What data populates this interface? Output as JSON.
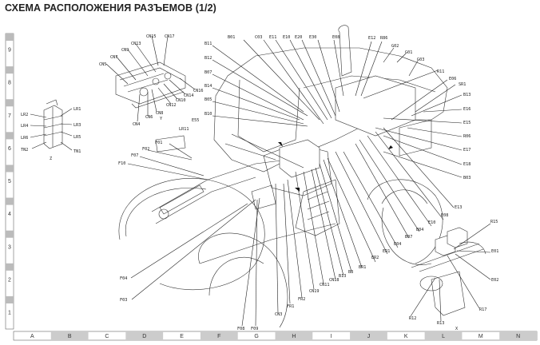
{
  "title": "СХЕМА РАСПОЛОЖЕНИЯ РАЗЪЕМОВ (1/2)",
  "ruler": {
    "rows": [
      "9",
      "8",
      "7",
      "6",
      "5",
      "4",
      "3",
      "2",
      "1"
    ],
    "cols": [
      "A",
      "B",
      "C",
      "D",
      "E",
      "F",
      "G",
      "H",
      "I",
      "J",
      "K",
      "L",
      "M",
      "N"
    ]
  },
  "views": {
    "y_label": "Y",
    "z_label": "Z",
    "x_label": "X"
  },
  "callouts": {
    "detail_y": [
      "CN15",
      "CN17",
      "CN13",
      "CN9",
      "CN7",
      "CN5",
      "CN16",
      "CN14",
      "CN10",
      "CN12",
      "CN8",
      "CN6",
      "CN4"
    ],
    "detail_z": [
      "LR2",
      "LR1",
      "LR4",
      "LR3",
      "LR6",
      "LR5",
      "TN2",
      "TN1"
    ],
    "main_top": [
      "B11",
      "B12",
      "B07",
      "B14",
      "B05",
      "B10",
      "E55",
      "LR11",
      "B01",
      "C03",
      "E11",
      "E10",
      "E20",
      "E30",
      "E08",
      "E12",
      "R86",
      "G02",
      "G01",
      "G03",
      "R11",
      "E06",
      "SR1",
      "B13",
      "E16",
      "E15",
      "R06",
      "E17",
      "E18",
      "B03"
    ],
    "main_left": [
      "F01",
      "F02",
      "F07",
      "F10",
      "F04",
      "F03"
    ],
    "main_bottom": [
      "F08",
      "F09",
      "CN3",
      "FR1",
      "FR2",
      "CN19",
      "CN11",
      "CN18",
      "B13",
      "B8",
      "BR1",
      "ER2",
      "ER1",
      "E04",
      "B07",
      "B04",
      "E10",
      "E08",
      "E13"
    ],
    "detail_x": [
      "R15",
      "E01",
      "E02",
      "R17",
      "R12",
      "R13"
    ]
  }
}
